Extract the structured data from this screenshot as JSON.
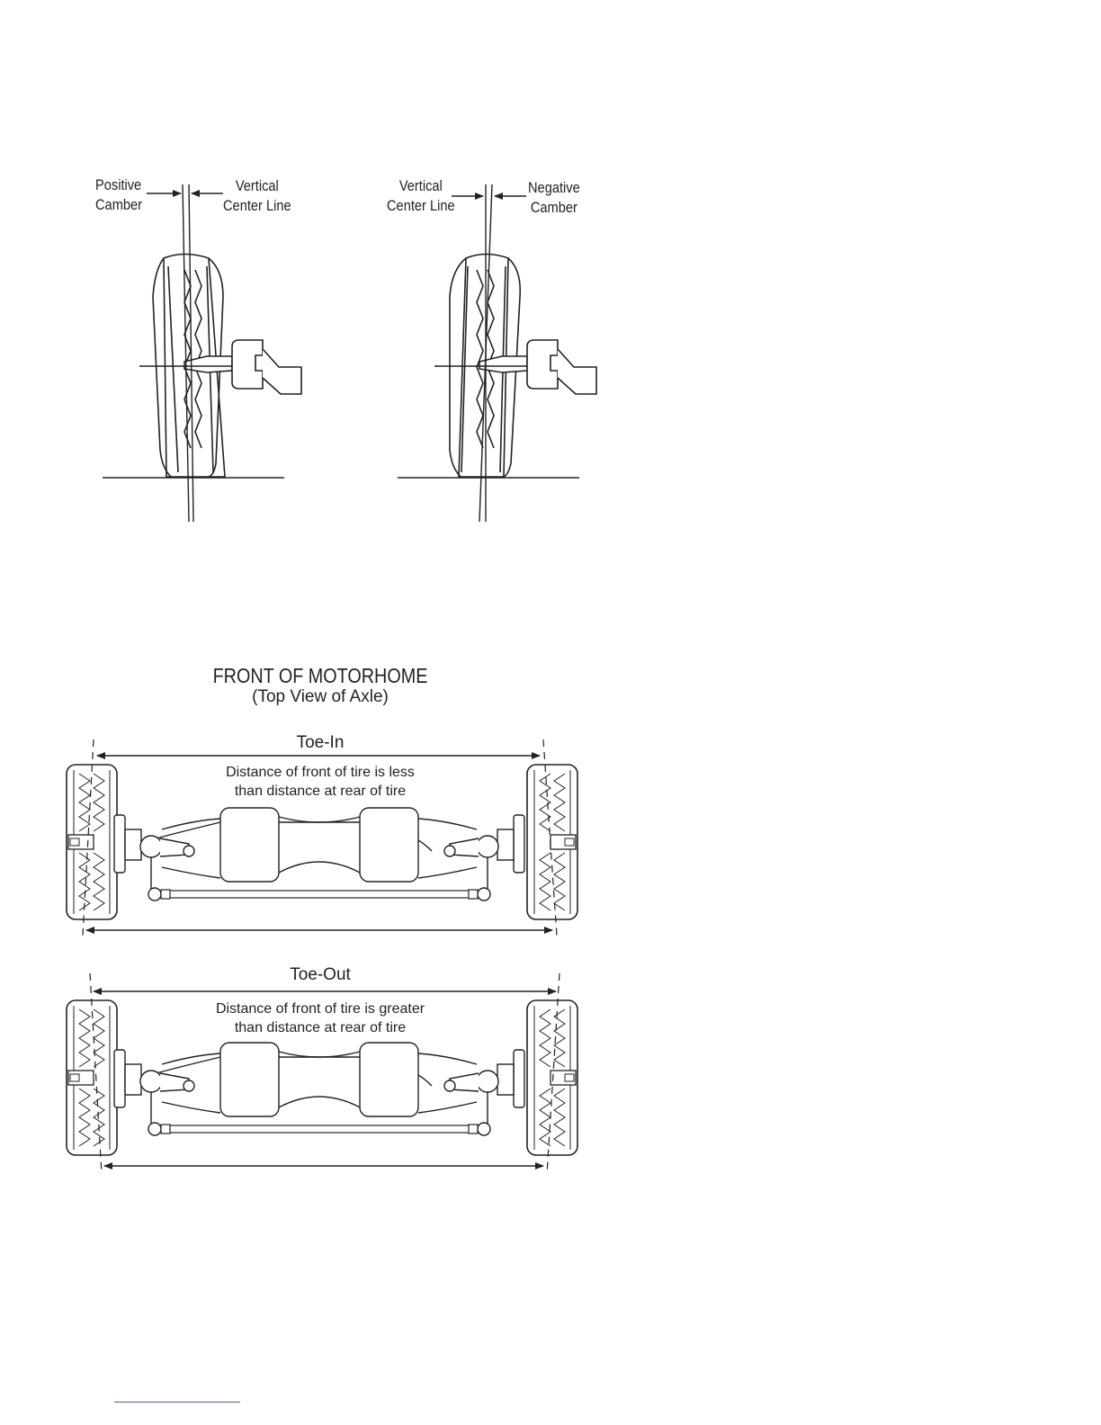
{
  "camber": {
    "positive": {
      "label_camber": "Positive\nCamber",
      "label_vertical": "Vertical\nCenter Line"
    },
    "negative": {
      "label_vertical": "Vertical\nCenter Line",
      "label_camber": "Negative\nCamber"
    }
  },
  "toe": {
    "title": "FRONT OF MOTORHOME",
    "subtitle": "(Top View of Axle)",
    "toe_in": {
      "label": "Toe-In",
      "desc_line1": "Distance of front of tire is less",
      "desc_line2": "than distance at rear of tire"
    },
    "toe_out": {
      "label": "Toe-Out",
      "desc_line1": "Distance of front of tire is greater",
      "desc_line2": "than distance at rear of tire"
    }
  },
  "colors": {
    "ink": "#222222",
    "link": "#3b5fb5"
  }
}
